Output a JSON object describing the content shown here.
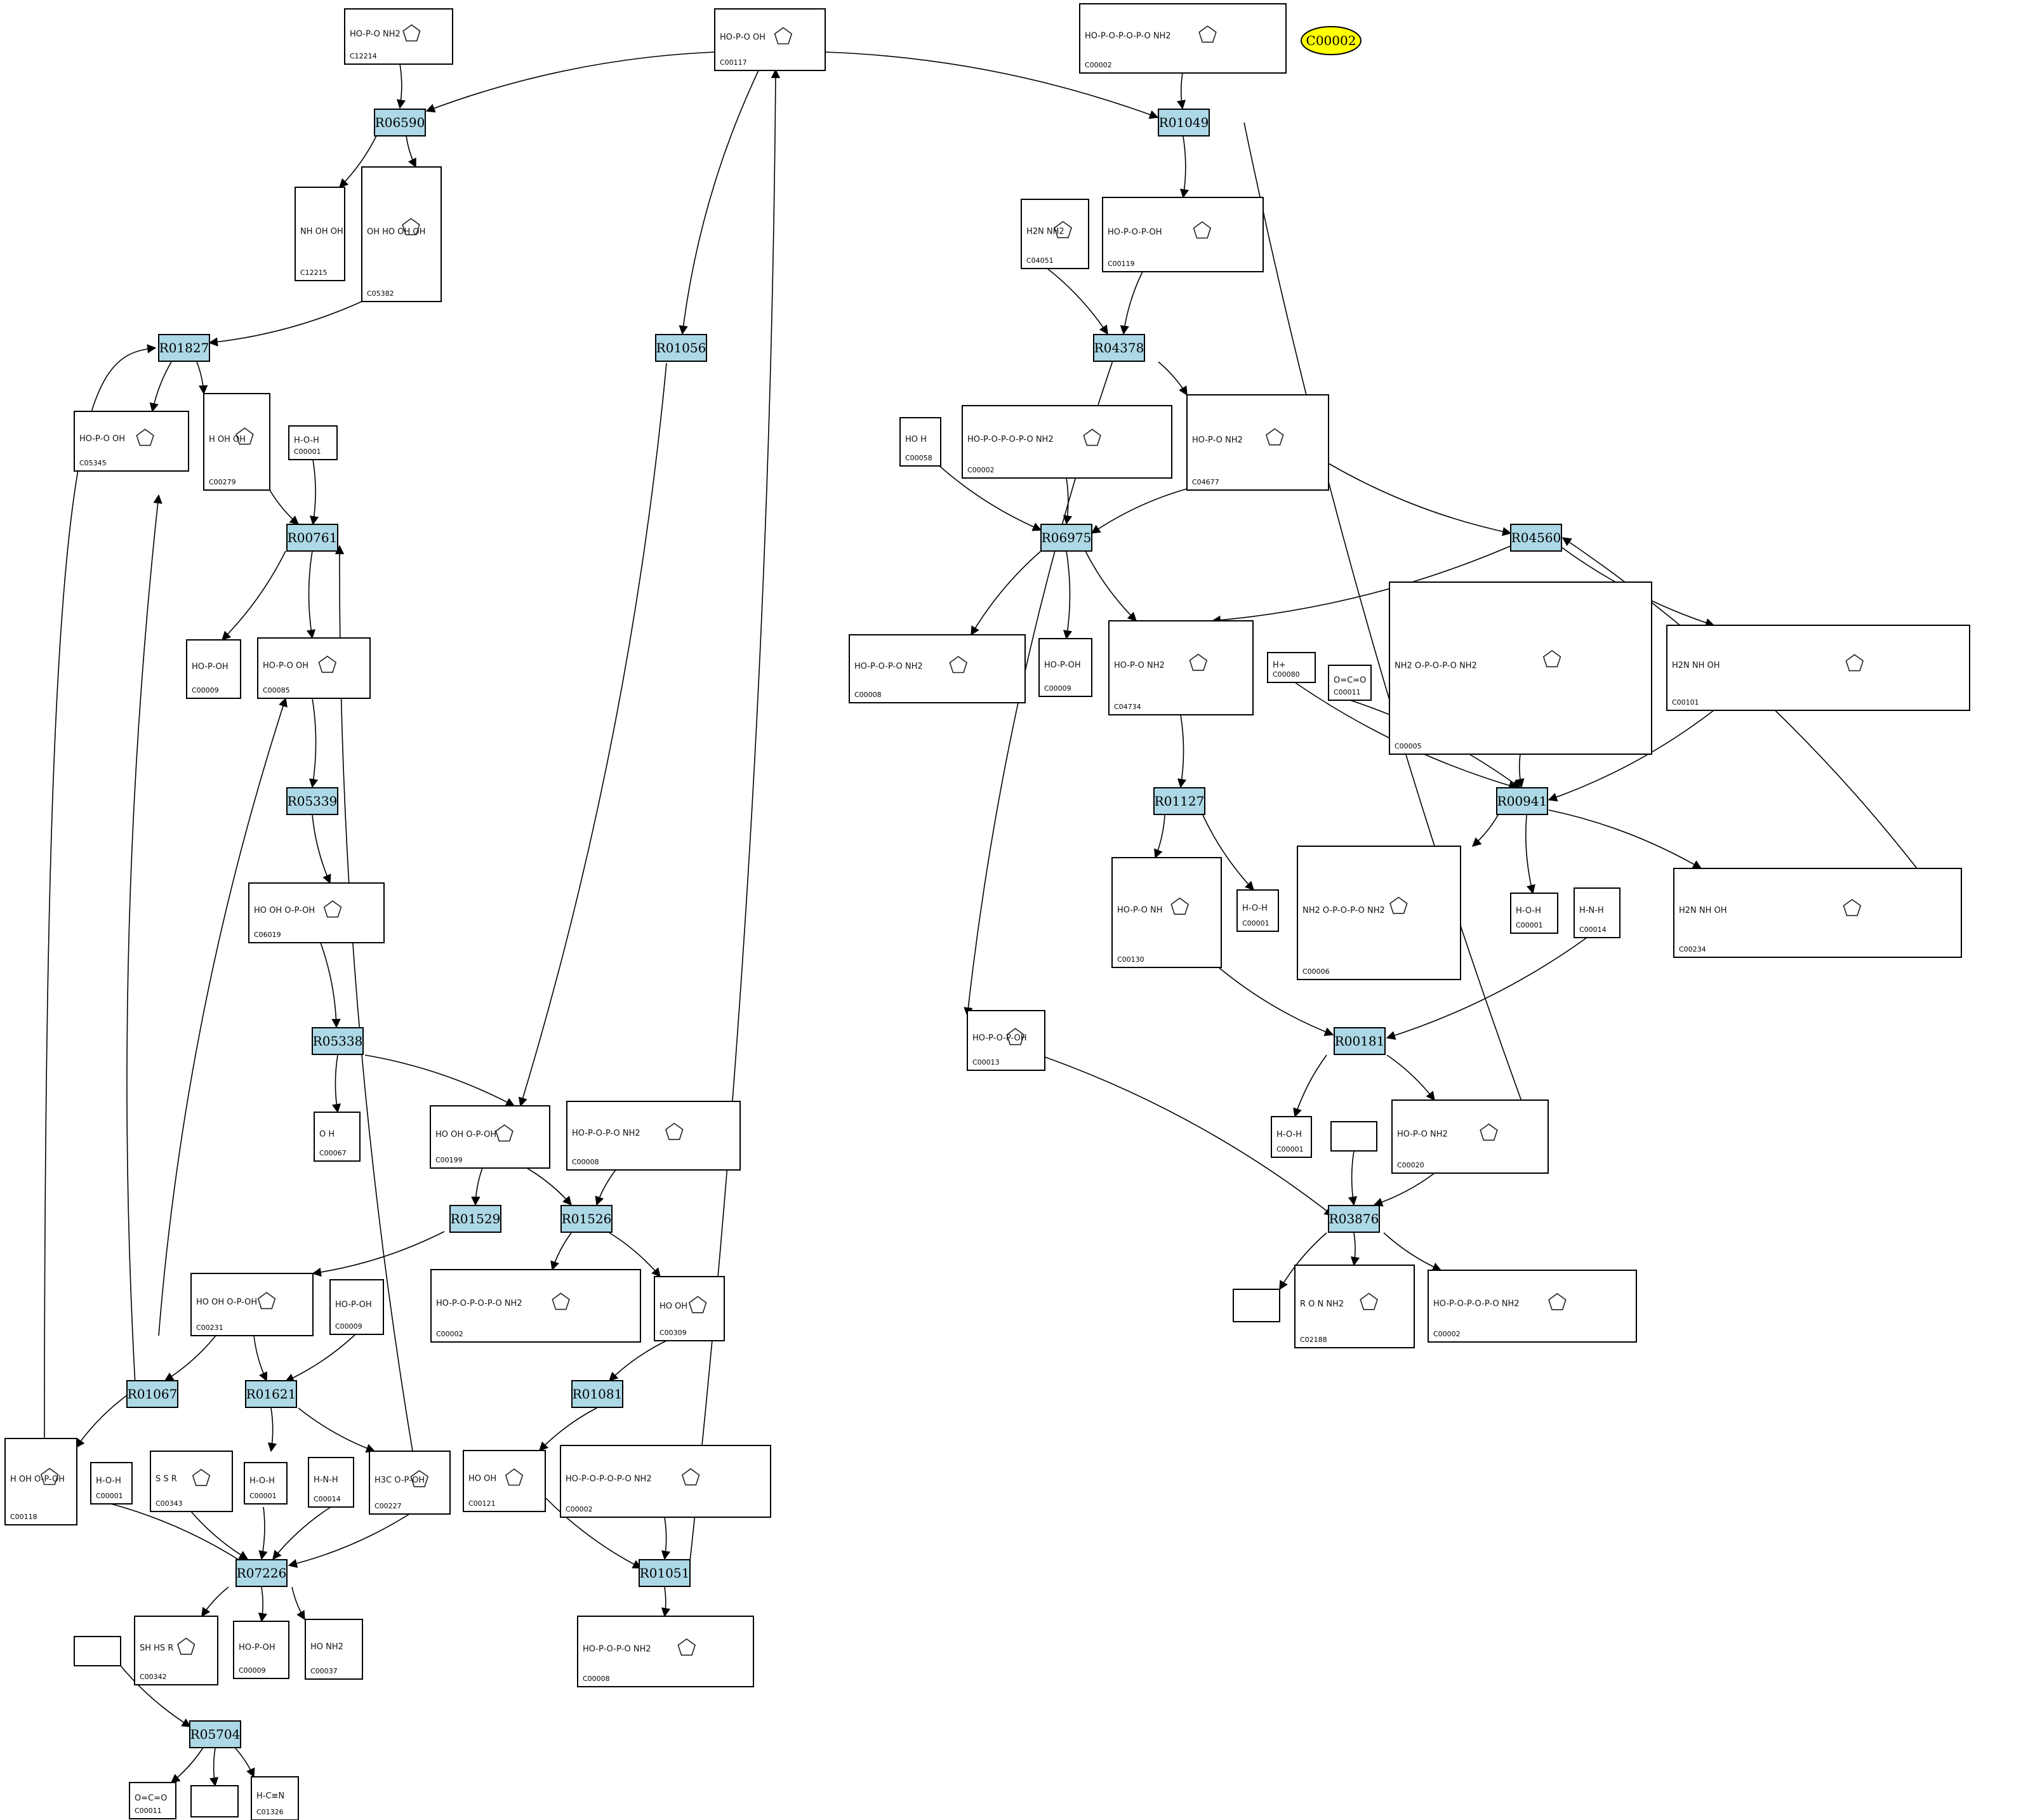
{
  "colors": {
    "reaction_fill": "#add8e6",
    "highlight_fill": "#ffff00",
    "edge": "#000000"
  },
  "highlight": {
    "label": "C00002"
  },
  "reactions": [
    {
      "id": "R06590",
      "label": "R06590"
    },
    {
      "id": "R01049",
      "label": "R01049"
    },
    {
      "id": "R01827",
      "label": "R01827"
    },
    {
      "id": "R01056",
      "label": "R01056"
    },
    {
      "id": "R04378",
      "label": "R04378"
    },
    {
      "id": "R00761",
      "label": "R00761"
    },
    {
      "id": "R06975",
      "label": "R06975"
    },
    {
      "id": "R04560",
      "label": "R04560"
    },
    {
      "id": "R05339",
      "label": "R05339"
    },
    {
      "id": "R01127",
      "label": "R01127"
    },
    {
      "id": "R00941",
      "label": "R00941"
    },
    {
      "id": "R05338",
      "label": "R05338"
    },
    {
      "id": "R00181",
      "label": "R00181"
    },
    {
      "id": "R01529",
      "label": "R01529"
    },
    {
      "id": "R01526",
      "label": "R01526"
    },
    {
      "id": "R03876",
      "label": "R03876"
    },
    {
      "id": "R01067",
      "label": "R01067"
    },
    {
      "id": "R01621",
      "label": "R01621"
    },
    {
      "id": "R01081",
      "label": "R01081"
    },
    {
      "id": "R07226",
      "label": "R07226"
    },
    {
      "id": "R01051",
      "label": "R01051"
    },
    {
      "id": "R05704",
      "label": "R05704"
    }
  ],
  "compounds": [
    {
      "key": "c12214",
      "id": "C12214",
      "formula": "HO-P-O  NH2"
    },
    {
      "key": "c00117_top",
      "id": "C00117",
      "formula": "HO-P-O  OH"
    },
    {
      "key": "c00002_top",
      "id": "C00002",
      "formula": "HO-P-O-P-O-P-O  NH2"
    },
    {
      "key": "c12215",
      "id": "C12215",
      "formula": "NH OH OH"
    },
    {
      "key": "c05382",
      "id": "C05382",
      "formula": "OH HO OH OH"
    },
    {
      "key": "c04051",
      "id": "C04051",
      "formula": "H2N NH2"
    },
    {
      "key": "c00119",
      "id": "C00119",
      "formula": "HO-P-O-P-OH"
    },
    {
      "key": "c05345",
      "id": "C05345",
      "formula": "HO-P-O OH"
    },
    {
      "key": "c00279",
      "id": "C00279",
      "formula": "H OH OH"
    },
    {
      "key": "c00001_a",
      "id": "C00001",
      "formula": "H-O-H"
    },
    {
      "key": "c00058",
      "id": "C00058",
      "formula": "HO H"
    },
    {
      "key": "c00002_b",
      "id": "C00002",
      "formula": "HO-P-O-P-O-P-O  NH2"
    },
    {
      "key": "c04677",
      "id": "C04677",
      "formula": "HO-P-O NH2"
    },
    {
      "key": "c00009_a",
      "id": "C00009",
      "formula": "HO-P-OH"
    },
    {
      "key": "c00085",
      "id": "C00085",
      "formula": "HO-P-O OH"
    },
    {
      "key": "c00008_a",
      "id": "C00008",
      "formula": "HO-P-O-P-O  NH2"
    },
    {
      "key": "c00009_b",
      "id": "C00009",
      "formula": "HO-P-OH"
    },
    {
      "key": "c04734",
      "id": "C04734",
      "formula": "HO-P-O NH2"
    },
    {
      "key": "c00080",
      "id": "C00080",
      "formula": "H+"
    },
    {
      "key": "c00011_a",
      "id": "C00011",
      "formula": "O=C=O"
    },
    {
      "key": "c00005",
      "id": "C00005",
      "formula": "NH2 O-P-O-P-O NH2"
    },
    {
      "key": "c00101",
      "id": "C00101",
      "formula": "H2N NH OH"
    },
    {
      "key": "c06019",
      "id": "C06019",
      "formula": "HO OH O-P-OH"
    },
    {
      "key": "c00130",
      "id": "C00130",
      "formula": "HO-P-O NH"
    },
    {
      "key": "c00001_b",
      "id": "C00001",
      "formula": "H-O-H"
    },
    {
      "key": "c00006",
      "id": "C00006",
      "formula": "NH2 O-P-O-P-O NH2"
    },
    {
      "key": "c00001_c",
      "id": "C00001",
      "formula": "H-O-H"
    },
    {
      "key": "c00014_a",
      "id": "C00014",
      "formula": "H-N-H"
    },
    {
      "key": "c00234",
      "id": "C00234",
      "formula": "H2N NH OH"
    },
    {
      "key": "c00013",
      "id": "C00013",
      "formula": "HO-P-O-P-OH"
    },
    {
      "key": "c00067",
      "id": "C00067",
      "formula": "O H"
    },
    {
      "key": "c00199",
      "id": "C00199",
      "formula": "HO OH O-P-OH"
    },
    {
      "key": "c00008_b",
      "id": "C00008",
      "formula": "HO-P-O-P-O  NH2"
    },
    {
      "key": "c00001_d",
      "id": "C00001",
      "formula": "H-O-H"
    },
    {
      "key": "c00020",
      "id": "C00020",
      "formula": "HO-P-O  NH2"
    },
    {
      "key": "c00231",
      "id": "C00231",
      "formula": "HO OH O-P-OH"
    },
    {
      "key": "c00009_c",
      "id": "C00009",
      "formula": "HO-P-OH"
    },
    {
      "key": "c00002_c",
      "id": "C00002",
      "formula": "HO-P-O-P-O-P-O  NH2"
    },
    {
      "key": "c00309",
      "id": "C00309",
      "formula": "HO OH"
    },
    {
      "key": "c02188",
      "id": "C02188",
      "formula": "R O N NH2"
    },
    {
      "key": "c00002_d",
      "id": "C00002",
      "formula": "HO-P-O-P-O-P-O  NH2"
    },
    {
      "key": "c00118",
      "id": "C00118",
      "formula": "H OH O-P-OH"
    },
    {
      "key": "c00001_e",
      "id": "C00001",
      "formula": "H-O-H"
    },
    {
      "key": "c00343",
      "id": "C00343",
      "formula": "S S R"
    },
    {
      "key": "c00001_f",
      "id": "C00001",
      "formula": "H-O-H"
    },
    {
      "key": "c00014_b",
      "id": "C00014",
      "formula": "H-N-H"
    },
    {
      "key": "c00227",
      "id": "C00227",
      "formula": "H3C O-P-OH"
    },
    {
      "key": "c00121",
      "id": "C00121",
      "formula": "HO OH"
    },
    {
      "key": "c00002_e",
      "id": "C00002",
      "formula": "HO-P-O-P-O-P-O  NH2"
    },
    {
      "key": "c00342",
      "id": "C00342",
      "formula": "SH HS R"
    },
    {
      "key": "c00009_d",
      "id": "C00009",
      "formula": "HO-P-OH"
    },
    {
      "key": "c00037",
      "id": "C00037",
      "formula": "HO NH2"
    },
    {
      "key": "c00008_c",
      "id": "C00008",
      "formula": "HO-P-O-P-O  NH2"
    },
    {
      "key": "c00011_b",
      "id": "C00011",
      "formula": "O=C=O"
    },
    {
      "key": "c01326",
      "id": "C01326",
      "formula": "H-C≡N"
    },
    {
      "key": "blank_1",
      "id": "",
      "formula": ""
    },
    {
      "key": "blank_2",
      "id": "",
      "formula": ""
    },
    {
      "key": "blank_3",
      "id": "",
      "formula": ""
    },
    {
      "key": "blank_4",
      "id": "",
      "formula": ""
    }
  ]
}
